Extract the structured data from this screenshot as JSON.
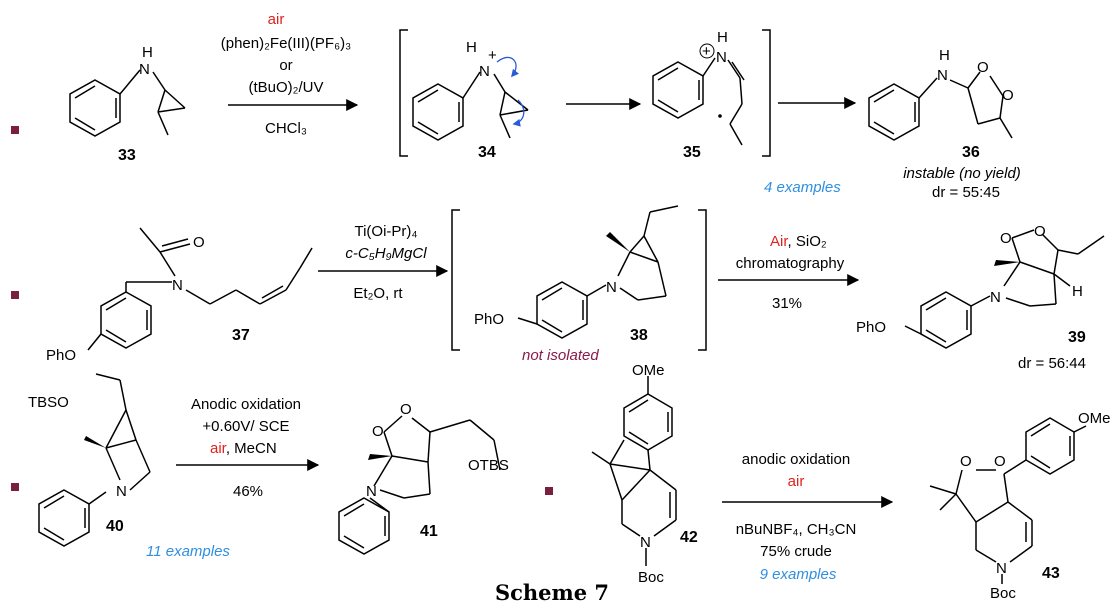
{
  "title": "Scheme 7",
  "colors": {
    "bullet": "#7a1f3d",
    "red": "#e0221e",
    "blue": "#2f8fe0",
    "maroon": "#8b1a4a",
    "arrow": "#2a5bd7"
  },
  "row1": {
    "reagent_air": "air",
    "reagent1": "(phen)₂Fe(III)(PF₆)₃",
    "or": "or",
    "reagent2": "(tBuO)₂/UV",
    "solvent": "CHCl₃",
    "c33": "33",
    "c34": "34",
    "c35": "35",
    "c36": "36",
    "note_instable": "instable (no yield)",
    "dr": "dr = 55:45",
    "examples": "4 examples"
  },
  "row2": {
    "reagent1": "Ti(Oi-Pr)₄",
    "reagent2": "c-C₅H₉MgCl",
    "solvent": "Et₂O, rt",
    "c37": "37",
    "c38": "38",
    "c39": "39",
    "not_isolated": "not isolated",
    "air": "Air",
    "sio2": ", SiO₂",
    "chromatography": "chromatography",
    "yield": "31%",
    "dr": "dr = 56:44"
  },
  "row3": {
    "anodic": "Anodic oxidation",
    "potential": "+0.60V/ SCE",
    "air": "air",
    "mecn": ", MeCN",
    "yield": "46%",
    "c40": "40",
    "c41": "41",
    "c42": "42",
    "c43": "43",
    "examples_left": "11 examples",
    "anodic2": "anodic oxidation",
    "air2": "air",
    "reagent3": "nBuNBF₄, CH₃CN",
    "crude": "75% crude",
    "examples_right": "9 examples"
  },
  "labels": {
    "NH": "N",
    "H": "H",
    "O": "O",
    "N": "N",
    "PhO": "PhO",
    "TBSO": "TBSO",
    "OTBS": "OTBS",
    "OMe": "OMe",
    "Boc": "Boc",
    "Me": "H"
  }
}
